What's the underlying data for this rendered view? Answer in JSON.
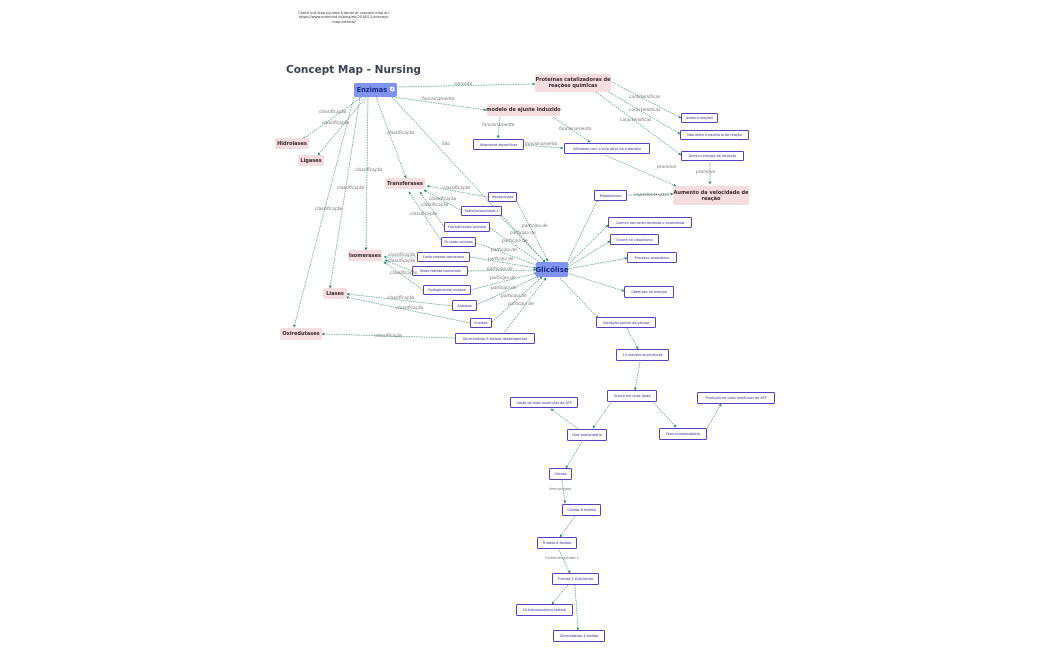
{
  "note": "Check out step-by-step tutorial of concept map on: https://www.ontimind.io/blog/en/2018/11/concept-map-tutorial/",
  "title": "Concept Map - Nursing",
  "nodes": {
    "enzimas": "Enzimas",
    "proteinas": "Proteínas catalizadoras de reações químicas",
    "modelo": "modelo de ajuste induzido",
    "altamente": "Altamente específicas",
    "afinidade": "Afinidade com o sítio ativo do substrato",
    "acelera": "Acelera reações",
    "naoafeta": "Não afeta o equilíbrio da reação",
    "diminui": "Diminui energia de ativação",
    "aumento": "Aumento da velocidade de reação",
    "hidrolases": "Hidrolases",
    "ligases": "Ligases",
    "transferases": "Transferases",
    "isomerases": "Isomerases",
    "liases": "Liases",
    "oxiredutases": "Oxiredutases",
    "hexoquinase": "Hexoquinase",
    "fosfofrutoquinase": "Fosfofrutoquinase-1",
    "fosfoglicerato_quinase": "Fosfoglicerato quinase",
    "piruvato_quinase": "Piruvato quinase",
    "fosfohexose": "Fosfo-hexose-isomerase",
    "triose": "Triose-fosfato isomerase",
    "fosfoglicerato_mutase": "Fosfoglicerato mutase",
    "aldolase": "Aldolase",
    "enolase": "Enolase",
    "gliceraldeido_desidrogenase": "Gliceraldeído-3-fosfato desidrogenase",
    "glicolise": "Glicólise",
    "metabolismo": "Metabolismo",
    "comum": "Comum aos seres aeróbios e anaeróbios",
    "ocorre_citoplasma": "Ocorre no citoplasma",
    "processo_anaerobico": "Processo anaeróbico",
    "obtencao": "Obtenção de energia",
    "oxidacao": "Oxidação parcial da glicose",
    "reacoes": "10 reações enzimáticas",
    "duas_fases": "Ocorre em duas fases",
    "gasto": "Gasto de duas moléculas de ATP",
    "producao": "Produção de duas moléculas de ATP",
    "fase_preparatoria": "Fase preparatória",
    "fase_compensatoria": "Fase compensatória",
    "glicose": "Glicose",
    "glicose6": "Glicose-6-fosfato",
    "frutose6": "Frutose-6-fosfato",
    "frutose16": "Frutose-1,6-bifosfato",
    "di_hidroxiacetona": "Di-hidroxiacetona fosfato",
    "gliceraldeido3": "Gliceraldeído-3-fosfato"
  },
  "labels": {
    "conceito": "conceito",
    "funcionamento": "funcionamento",
    "caracteristicas": "características",
    "promove": "promove",
    "importante_para": "importante para",
    "classificacao": "classificação",
    "sao": "São",
    "participa_de": "participa de",
    "hexoquinase": "Hexoquinase",
    "fosfofrutoquinase": "Fosfofrutoquinase-1"
  },
  "colors": {
    "pink_node": "#f6dde2",
    "blue_node": "#7f93ef",
    "outline": "#5b3dbf",
    "edge": "#2f8a76",
    "title": "#3a4150"
  }
}
